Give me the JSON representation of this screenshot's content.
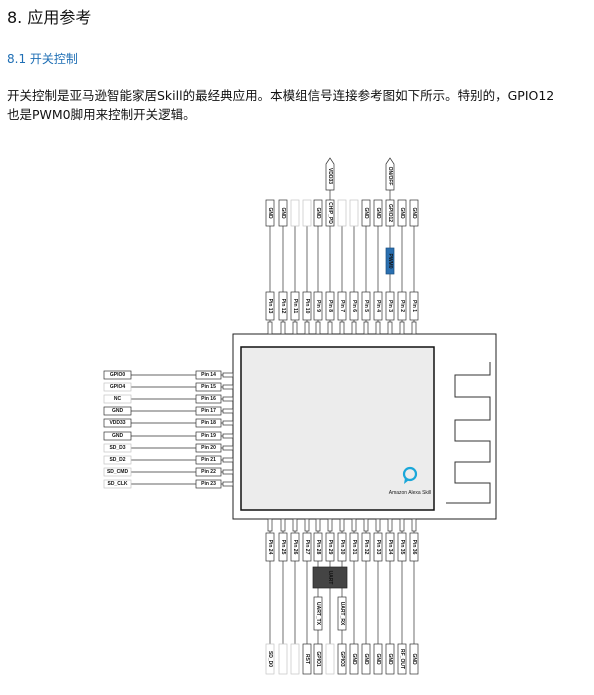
{
  "heading": "8. 应用参考",
  "subheading": "8.1 开关控制",
  "paragraph_line1": "开关控制是亚马逊智能家居Skill的最经典应用。本模组信号连接参考图如下所示。特别的，GPIO12",
  "paragraph_line2": "也是PWM0脚用来控制开关逻辑。",
  "diagram": {
    "top_pins": [
      "Pin 13",
      "Pin 12",
      "Pin 11",
      "Pin 10",
      "Pin 9",
      "Pin 8",
      "Pin 7",
      "Pin 6",
      "Pin 5",
      "Pin 4",
      "Pin 3",
      "Pin 2",
      "Pin 1"
    ],
    "top_signals": [
      {
        "label": "GND",
        "active": true
      },
      {
        "label": "GND",
        "active": true
      },
      {
        "label": "",
        "active": false
      },
      {
        "label": "",
        "active": false
      },
      {
        "label": "GND",
        "active": true
      },
      {
        "label": "CHIP_PD",
        "active": true
      },
      {
        "label": "",
        "active": false
      },
      {
        "label": "",
        "active": false
      },
      {
        "label": "GND",
        "active": true
      },
      {
        "label": "GND",
        "active": true
      },
      {
        "label": "GPIO12",
        "active": true
      },
      {
        "label": "GND",
        "active": true
      },
      {
        "label": "GND",
        "active": true
      }
    ],
    "vdd_label": "VDD33",
    "onoff_label": "ON/OFF",
    "pwm_label": "PWM0",
    "left_pins": [
      "Pin 14",
      "Pin 15",
      "Pin 16",
      "Pin 17",
      "Pin 18",
      "Pin 19",
      "Pin 20",
      "Pin 21",
      "Pin 22",
      "Pin 23"
    ],
    "left_signals": [
      {
        "label": "GPIO0",
        "active": true
      },
      {
        "label": "GPIO4",
        "active": false
      },
      {
        "label": "NC",
        "active": false
      },
      {
        "label": "GND",
        "active": true
      },
      {
        "label": "VDD33",
        "active": true
      },
      {
        "label": "GND",
        "active": true
      },
      {
        "label": "SD_D3",
        "active": false
      },
      {
        "label": "SD_D2",
        "active": false
      },
      {
        "label": "SD_CMD",
        "active": false
      },
      {
        "label": "SD_CLK",
        "active": false
      }
    ],
    "bottom_pins": [
      "Pin 24",
      "Pin 25",
      "Pin 26",
      "Pin 27",
      "Pin 28",
      "Pin 29",
      "Pin 30",
      "Pin 31",
      "Pin 32",
      "Pin 33",
      "Pin 34",
      "Pin 35",
      "Pin 36"
    ],
    "bottom_signals": [
      {
        "label": "SD_D0",
        "active": false
      },
      {
        "label": "",
        "active": false
      },
      {
        "label": "",
        "active": false
      },
      {
        "label": "RST",
        "active": true
      },
      {
        "label": "GPIO1",
        "active": true
      },
      {
        "label": "",
        "active": false
      },
      {
        "label": "GPIO3",
        "active": true
      },
      {
        "label": "GND",
        "active": true
      },
      {
        "label": "GND",
        "active": true
      },
      {
        "label": "GND",
        "active": true
      },
      {
        "label": "GND",
        "active": true
      },
      {
        "label": "RF_OUT",
        "active": true
      },
      {
        "label": "GND",
        "active": true
      }
    ],
    "uart_label": "UART",
    "uart_tx_label": "UART_TX",
    "uart_rx_label": "UART_RX",
    "logo_text": "Amazon Alexa Skill",
    "colors": {
      "logo": "#1aa7d9",
      "pwm": "#2a6fb0",
      "chip": "#eeeeee",
      "uart": "#444444"
    }
  }
}
